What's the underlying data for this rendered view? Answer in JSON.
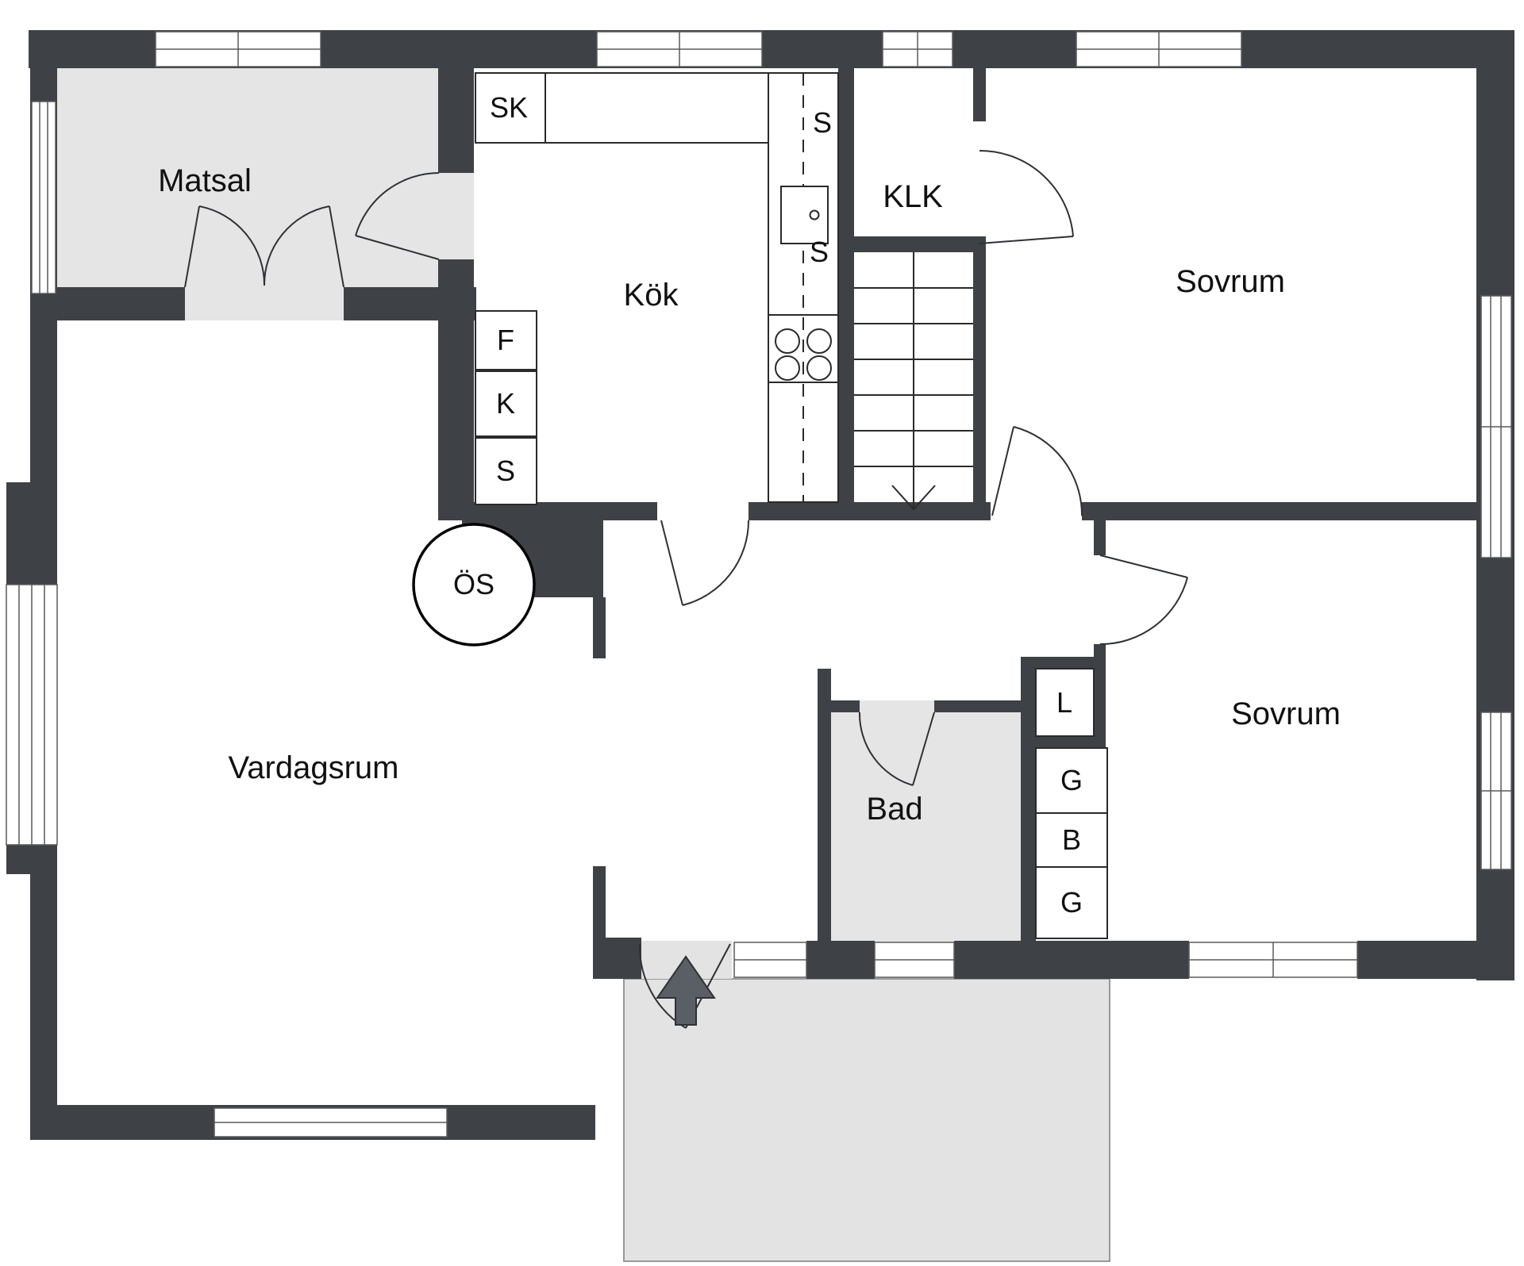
{
  "rooms": {
    "matsal": "Matsal",
    "kok": "Kök",
    "klk": "KLK",
    "sovrum1": "Sovrum",
    "vardagsrum": "Vardagsrum",
    "bad": "Bad",
    "sovrum2": "Sovrum"
  },
  "fixtures": {
    "sk": "SK",
    "s_top": "S",
    "s_mid": "S",
    "f": "F",
    "k": "K",
    "s_low": "S",
    "os": "ÖS",
    "l": "L",
    "g1": "G",
    "b": "B",
    "g2": "G"
  },
  "icons": {
    "entry_arrow": "arrow-up-entry",
    "stairs_arrow": "arrow-down-stairs"
  },
  "colors": {
    "wall": "#3E4146",
    "room_fill": "#E5E5E5",
    "floor": "#FFFFFF",
    "line": "#2E3135",
    "window_line": "#5A5A5A",
    "arrow_fill": "#5A5F66",
    "text": "#111111"
  }
}
